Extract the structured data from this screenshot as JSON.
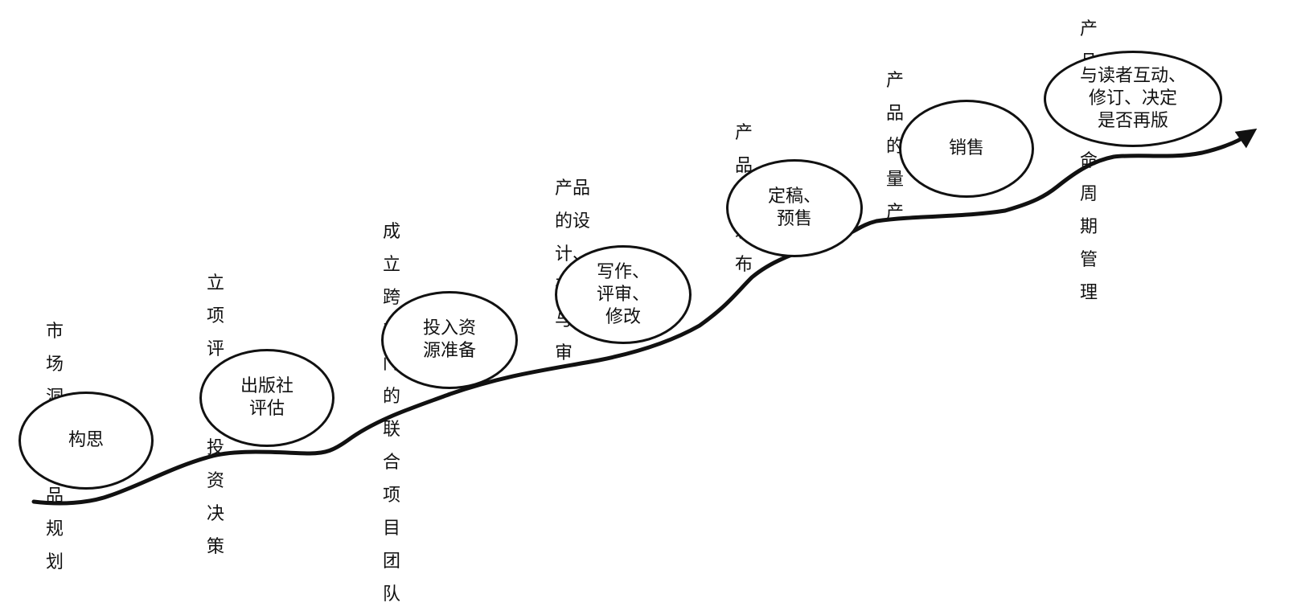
{
  "colors": {
    "stroke": "#111111",
    "fill": "#ffffff",
    "text": "#111111"
  },
  "stages": [
    {
      "id": "concept",
      "bubble": "构思",
      "caption": "市场洞察\n产品规划"
    },
    {
      "id": "evaluation",
      "bubble": "出版社\n评估",
      "caption": "立项评审及\n投资决策"
    },
    {
      "id": "resources",
      "bubble": "投入资\n源准备",
      "caption": "成立跨部门的\n联合项目团队"
    },
    {
      "id": "writing",
      "bubble": "写作、\n评审、\n修改",
      "caption": "产品的设计、\n开发与评审"
    },
    {
      "id": "release",
      "bubble": "定稿、\n预售",
      "caption": "产品的发布"
    },
    {
      "id": "sales",
      "bubble": "销售",
      "caption": "产品的量产"
    },
    {
      "id": "lifecycle",
      "bubble": "与读者互动、\n修订、决定\n是否再版",
      "caption": "产品全生命周期管理"
    }
  ]
}
